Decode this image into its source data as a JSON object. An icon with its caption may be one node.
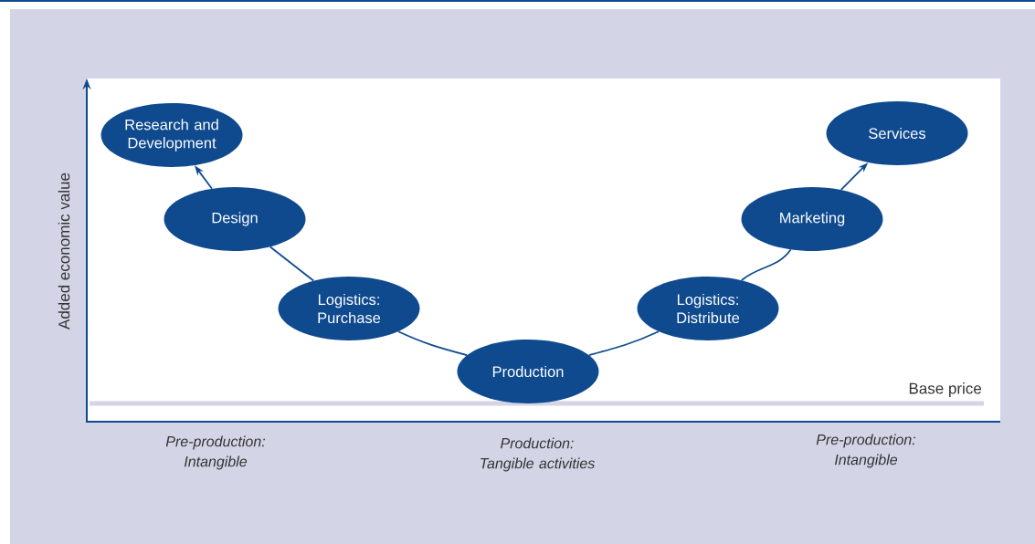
{
  "diagram": {
    "nodes": [
      {
        "text": [
          "Research and Development"
        ]
      },
      {
        "text": [
          "Design"
        ]
      },
      {
        "text": [
          "Logistics: Purchase"
        ]
      },
      {
        "text": [
          "Production"
        ]
      },
      {
        "text": [
          "Logistics: Distribute"
        ]
      },
      {
        "text": [
          "Marketing"
        ]
      },
      {
        "text": [
          "Services"
        ]
      }
    ],
    "edges": [
      {
        "from": 1,
        "to": 0,
        "arrow": "to"
      },
      {
        "from": 1,
        "to": 2,
        "arrow": "none"
      },
      {
        "from": 2,
        "to": 3,
        "arrow": "none"
      },
      {
        "from": 3,
        "to": 4,
        "arrow": "none"
      },
      {
        "from": 4,
        "to": 5,
        "arrow": "none"
      },
      {
        "from": 5,
        "to": 6,
        "arrow": "to"
      }
    ],
    "labels": [
      "Added economic value",
      "Base price",
      "Pre-production: Intangible",
      "Production: Tangible activities",
      "Pre-production: Intangible"
    ]
  }
}
